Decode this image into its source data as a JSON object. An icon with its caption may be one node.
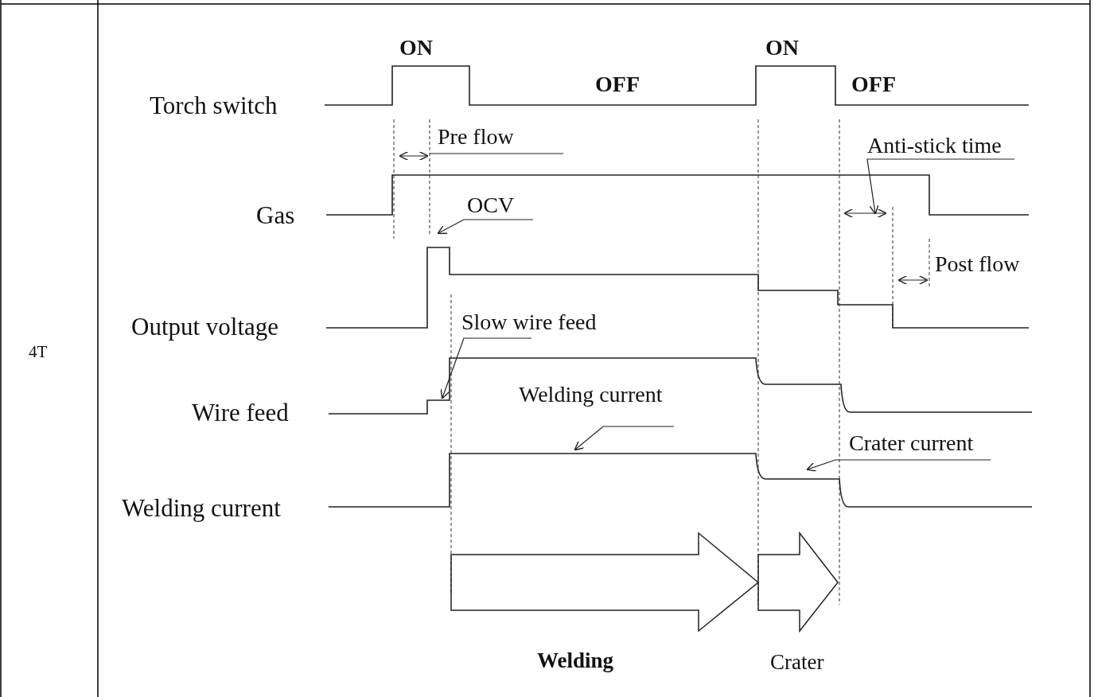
{
  "diagram": {
    "nodes": [
      {
        "text": [
          "OCV"
        ]
      },
      {
        "text": [
          "Slow wire feed"
        ]
      },
      {
        "text": [
          "Welding current"
        ]
      },
      {
        "text": [
          "Crater current"
        ]
      },
      {
        "text": [
          "Anti-stick time"
        ]
      }
    ],
    "edges": [
      {
        "from": 0,
        "to": null,
        "arrow": "to"
      },
      {
        "from": 1,
        "to": null,
        "arrow": "to"
      },
      {
        "from": 2,
        "to": null,
        "arrow": "to"
      },
      {
        "from": 3,
        "to": null,
        "arrow": "to"
      },
      {
        "from": 4,
        "to": null,
        "arrow": "to"
      }
    ],
    "labels": [
      "4T",
      "ON",
      "OFF",
      "ON",
      "OFF",
      "Torch switch",
      "Pre flow",
      "Gas",
      "Post flow",
      "Output voltage",
      "Wire feed",
      "Welding current",
      "Welding",
      "Crater"
    ]
  }
}
